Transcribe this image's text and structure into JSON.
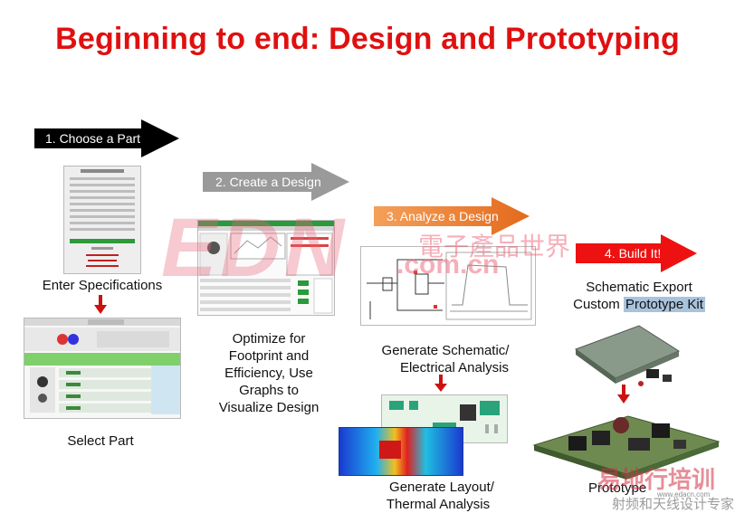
{
  "slide": {
    "title": "Beginning to end: Design and Prototyping"
  },
  "steps": [
    {
      "label": "1.  Choose a Part",
      "color": "#000000"
    },
    {
      "label": "2. Create a Design",
      "color": "#9a9a9a"
    },
    {
      "label": "3. Analyze a Design",
      "color": "#e8782a"
    },
    {
      "label": "4. Build It!",
      "color": "#ee1111"
    }
  ],
  "captions": {
    "enter_specs": "Enter Specifications",
    "select_part": "Select Part",
    "optimize": [
      "Optimize for",
      "Footprint and",
      "Efficiency, Use",
      "Graphs to",
      "Visualize Design"
    ],
    "gen_schematic": [
      "Generate Schematic/",
      "Electrical Analysis"
    ],
    "gen_layout": [
      "Generate Layout/",
      "Thermal Analysis"
    ],
    "schematic_export": "Schematic Export",
    "custom_kit_prefix": "Custom ",
    "custom_kit_highlight": "Prototype Kit",
    "prototype": "Prototype"
  },
  "watermarks": {
    "edn": "EDN",
    "dotcom": ".com.cn",
    "cn_name": "電子產品世界",
    "corner1": "易地行培训",
    "corner2": "射频和天线设计专家",
    "corner_url": "www.edacn.com"
  },
  "colors": {
    "title_red": "#e01010",
    "arrow_red": "#cc1111"
  }
}
